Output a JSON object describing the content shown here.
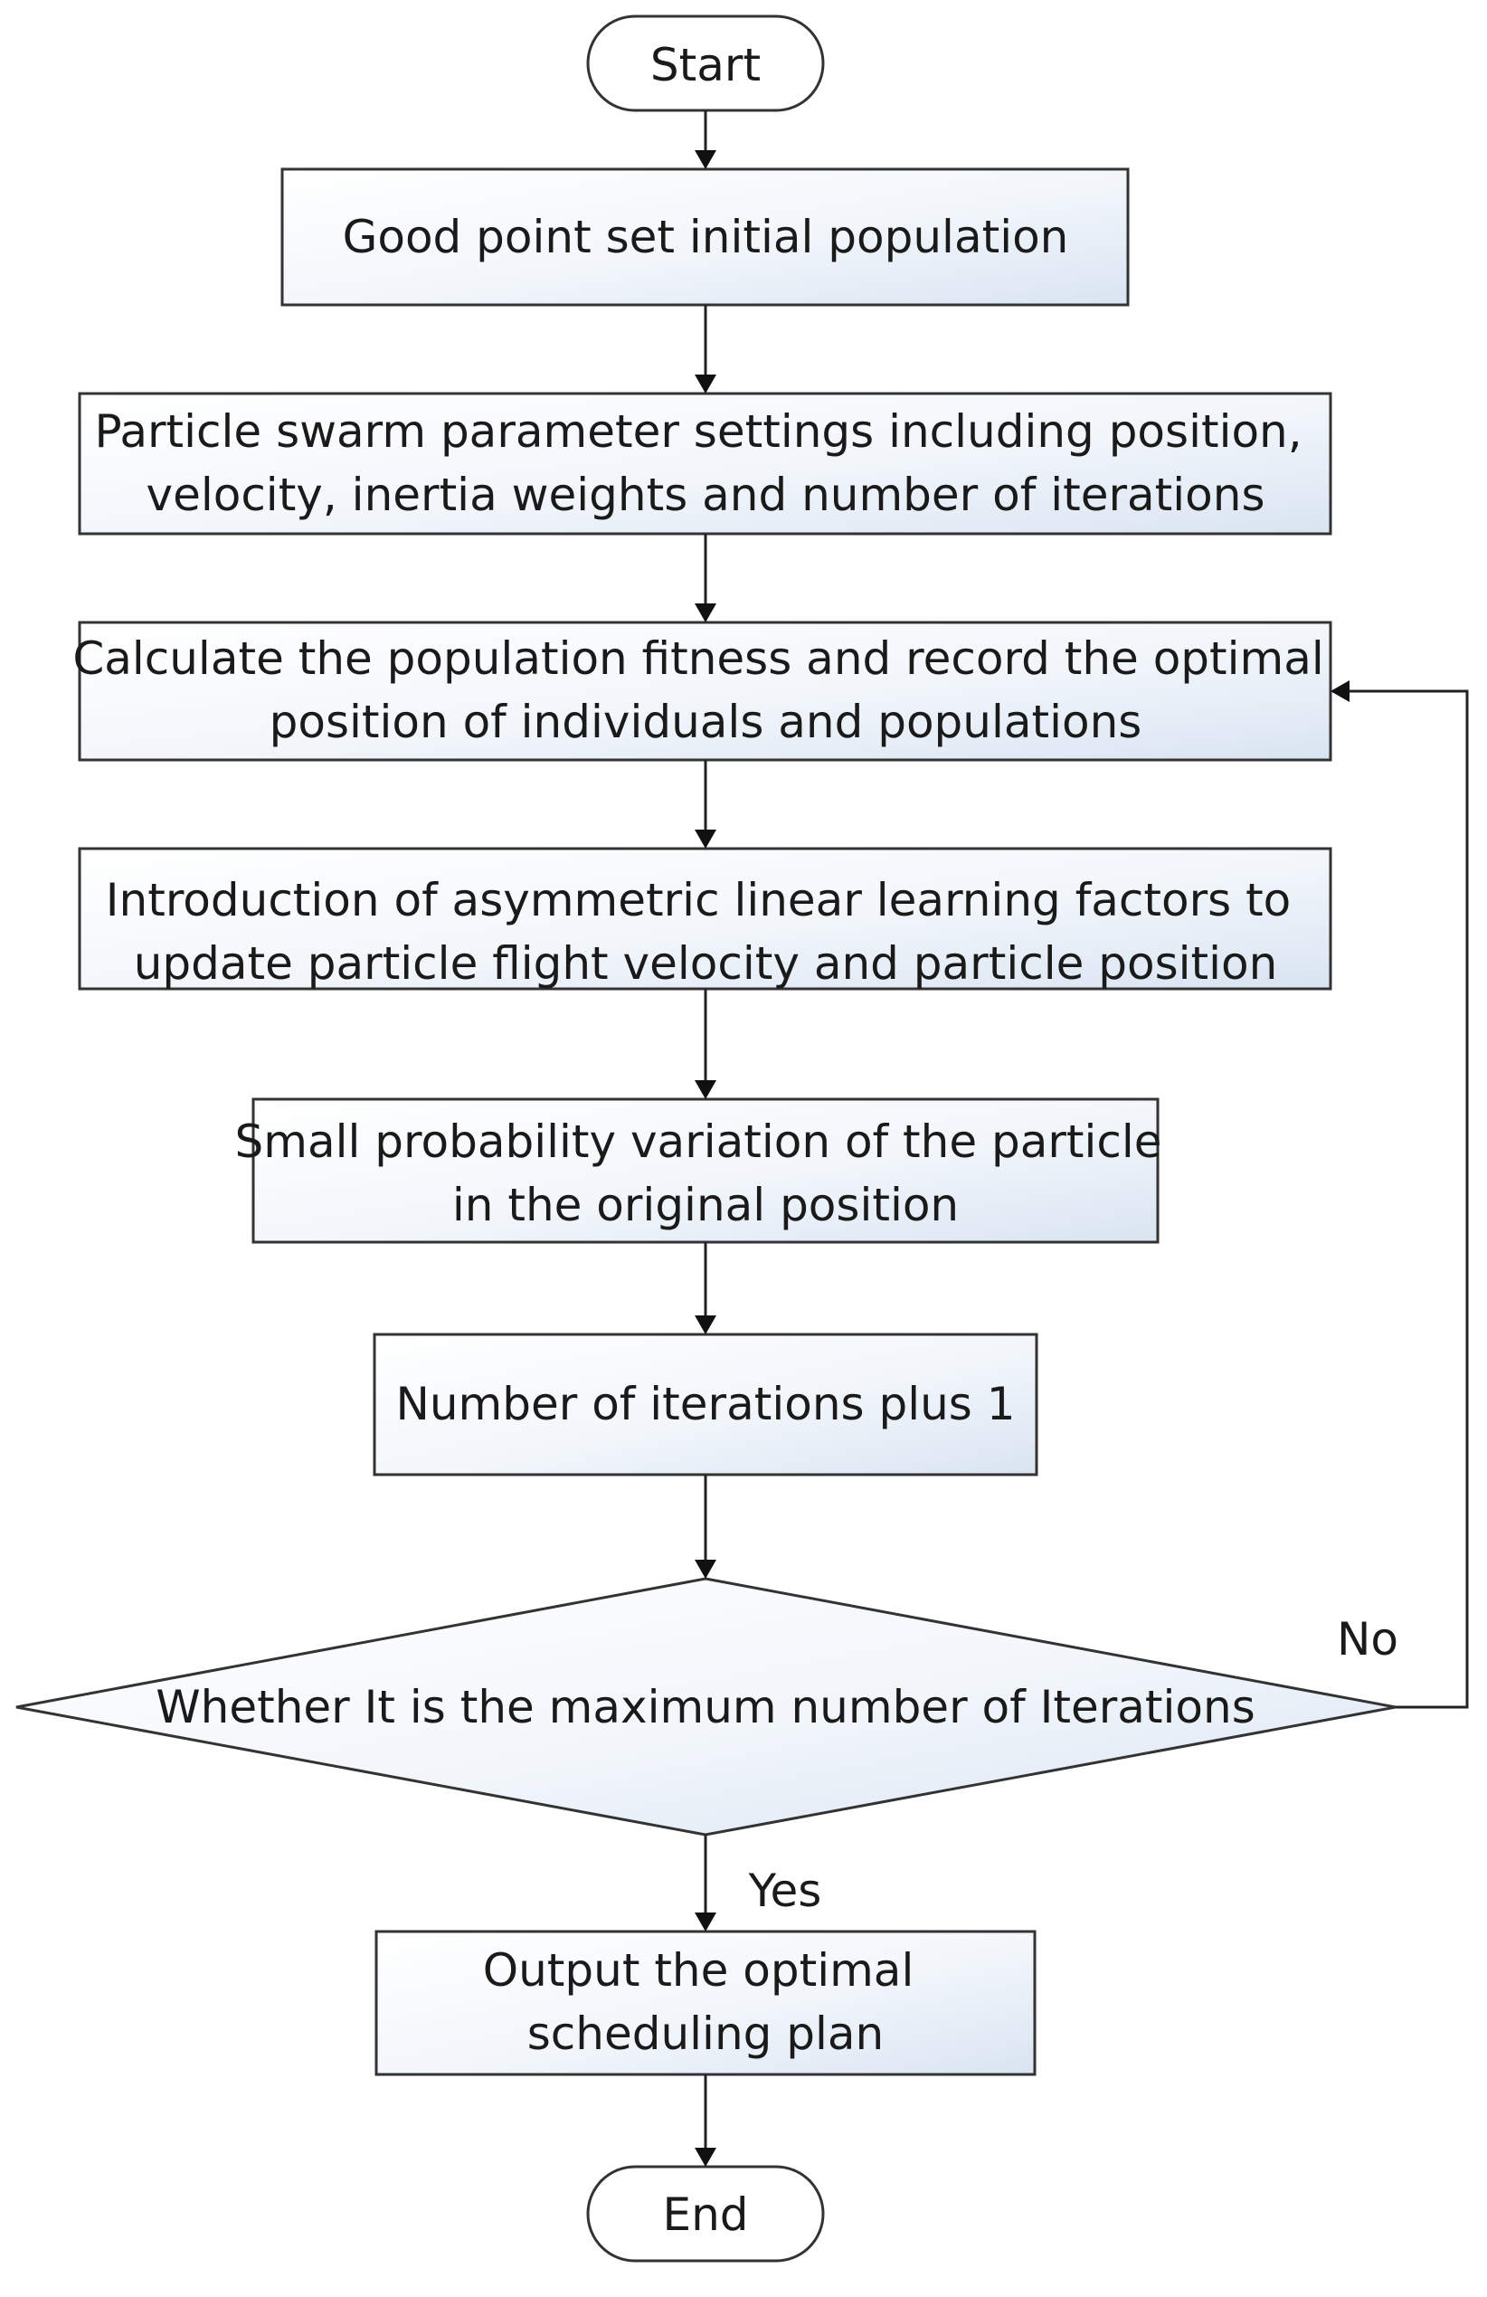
{
  "flowchart": {
    "start_label": "Start",
    "end_label": "End",
    "steps": [
      {
        "lines": [
          "Good point set initial population"
        ]
      },
      {
        "lines": [
          "Particle swarm parameter settings including position,",
          "velocity, inertia weights and number of iterations"
        ]
      },
      {
        "lines": [
          "Calculate the population fitness and record the optimal",
          "position of individuals and populations"
        ]
      },
      {
        "lines": [
          "Introduction of asymmetric linear learning factors to",
          "update particle flight velocity and particle position"
        ]
      },
      {
        "lines": [
          "Small probability variation of the particle",
          "in the original position"
        ]
      },
      {
        "lines": [
          "Number of iterations plus 1"
        ]
      }
    ],
    "decision": {
      "label": "Whether It is the maximum number of Iterations"
    },
    "no_label": "No",
    "yes_label": "Yes",
    "output": {
      "lines": [
        "Output the optimal",
        "scheduling plan"
      ]
    }
  },
  "colors": {
    "box_fill_light": "#ffffff",
    "box_fill_tint": "#d9e4f2",
    "stroke": "#333333",
    "text": "#1a1a1a"
  }
}
